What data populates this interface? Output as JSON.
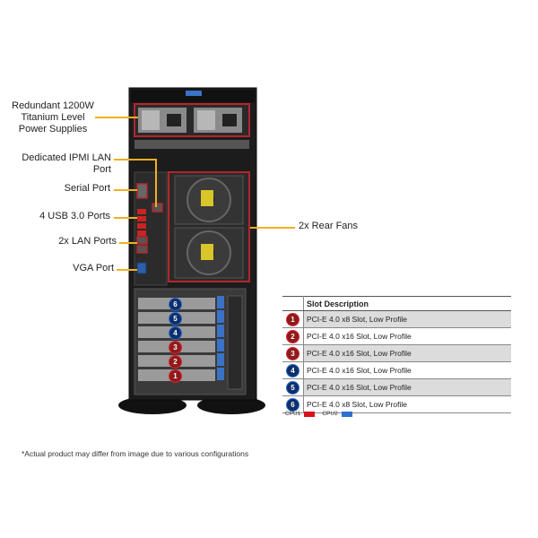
{
  "callouts": {
    "power": [
      "Redundant  1200W",
      "Titanium  Level",
      "Power Supplies"
    ],
    "ipmi": "Dedicated IPMI  LAN Port",
    "serial": "Serial Port",
    "usb": "4 USB 3.0 Ports",
    "lan": "2x LAN Ports",
    "vga": "VGA Port",
    "fans": "2x Rear Fans"
  },
  "table": {
    "header": "Slot Description",
    "rows": [
      {
        "num": "1",
        "cpu": "cpu1",
        "desc": "PCI-E  4.0 x8 Slot, Low Profile"
      },
      {
        "num": "2",
        "cpu": "cpu1",
        "desc": "PCI-E  4.0 x16 Slot, Low Profile"
      },
      {
        "num": "3",
        "cpu": "cpu1",
        "desc": "PCI-E  4.0 x16 Slot, Low Profile"
      },
      {
        "num": "4",
        "cpu": "cpu2",
        "desc": "PCI-E  4.0 x16 Slot, Low Profile"
      },
      {
        "num": "5",
        "cpu": "cpu2",
        "desc": "PCI-E  4.0 x16 Slot, Low Profile"
      },
      {
        "num": "6",
        "cpu": "cpu2",
        "desc": "PCI-E  4.0 x8 Slot, Low Profile"
      }
    ]
  },
  "legend": {
    "cpu1_label": "CPU1",
    "cpu2_label": "CPU2",
    "cpu1_color": "#d8121b",
    "cpu2_color": "#2f6fd0"
  },
  "slot_badges": [
    "6",
    "5",
    "4",
    "3",
    "2",
    "1"
  ],
  "footnote": "*Actual product may differ from image due to various configurations",
  "colors": {
    "accent": "#f2b01e",
    "highlight": "#b3262c",
    "chassis": "#1c1c1c"
  }
}
